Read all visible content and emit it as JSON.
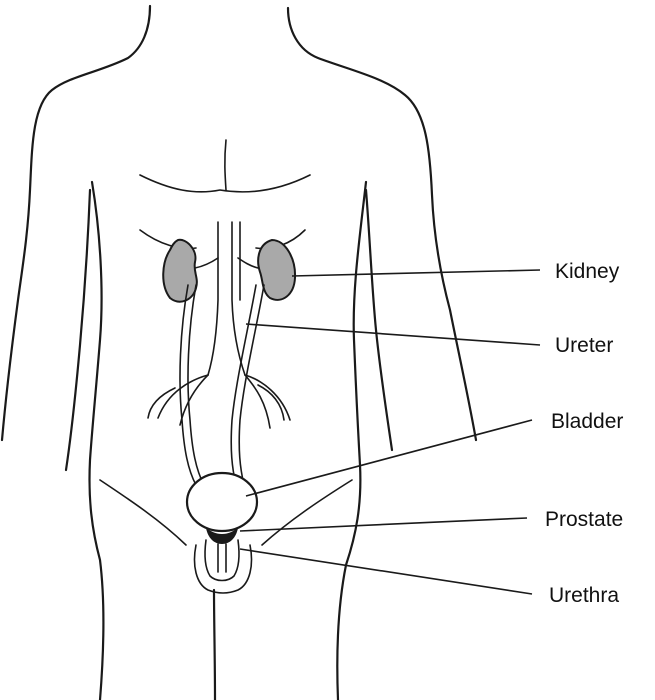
{
  "diagram": {
    "labels": {
      "kidney": "Kidney",
      "ureter": "Ureter",
      "bladder": "Bladder",
      "prostate": "Prostate",
      "urethra": "Urethra"
    },
    "colors": {
      "line": "#1a1a1a",
      "kidney_fill": "#a9a9a9",
      "background": "#ffffff"
    }
  }
}
